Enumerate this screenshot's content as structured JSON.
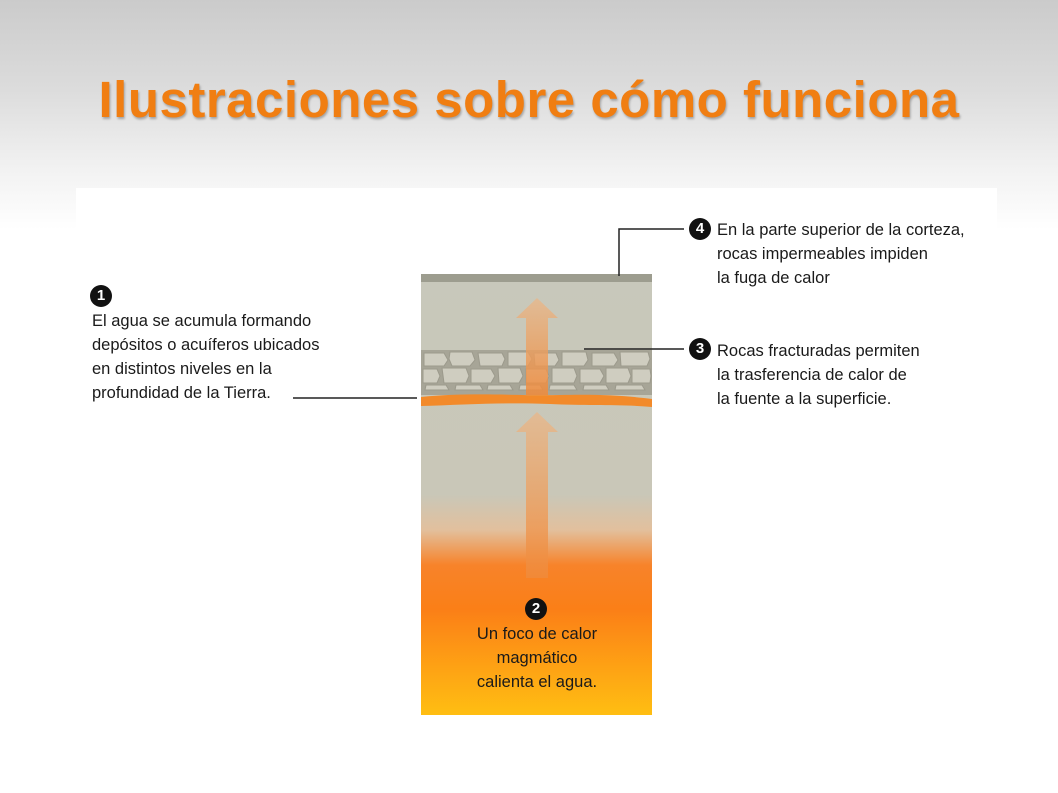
{
  "title": "Ilustraciones sobre cómo funciona",
  "callouts": [
    {
      "number": "1",
      "lines": [
        "El agua se acumula formando",
        "depósitos o acuíferos ubicados",
        "en distintos niveles en la",
        "profundidad de la Tierra."
      ]
    },
    {
      "number": "2",
      "lines": [
        "Un foco de calor",
        "magmático",
        "calienta el agua."
      ]
    },
    {
      "number": "3",
      "lines": [
        "Rocas fracturadas permiten",
        "la trasferencia de calor de",
        "la fuente a la superficie."
      ]
    },
    {
      "number": "4",
      "lines": [
        "En la parte superior de la corteza,",
        "rocas impermeables impiden",
        "la fuga de calor"
      ]
    }
  ],
  "colors": {
    "title": "#f07e12",
    "crust": "#c8c8bb",
    "cap_rock": "#9d9d8f",
    "aquifer": "#f28a2a",
    "magma_top": "#f57a1a",
    "magma_bottom": "#ffbd12"
  }
}
